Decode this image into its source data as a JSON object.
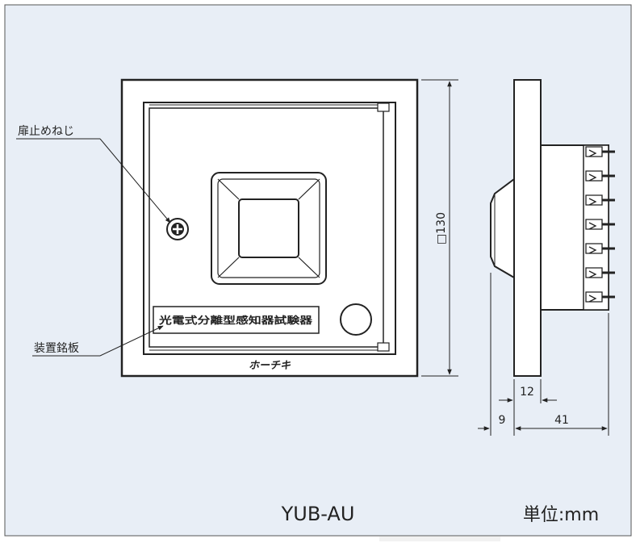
{
  "callouts": {
    "door_screw": "扉止めねじ",
    "nameplate": "装置銘板"
  },
  "nameplate_text": "光電式分離型感知器試験器",
  "brand_logo": "ホーチキ",
  "dimensions": {
    "height": "□130",
    "depth_inner": "12",
    "front_offset": "9",
    "depth_total": "41"
  },
  "model": "YUB-AU",
  "unit": "単位:mm",
  "colors": {
    "background": "#e8eef6",
    "line": "#222222",
    "panel": "#ffffff"
  }
}
